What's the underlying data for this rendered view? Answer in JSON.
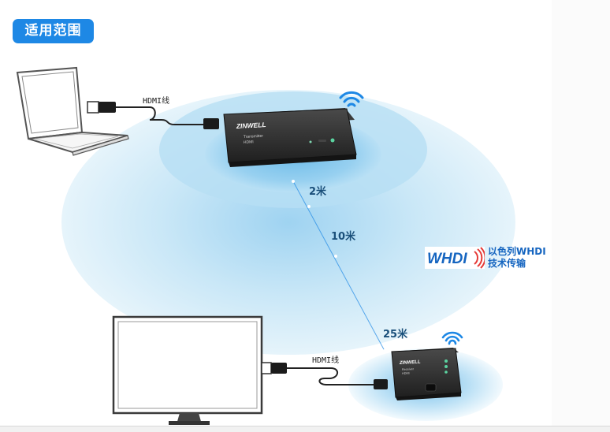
{
  "badge": {
    "label": "适用范围"
  },
  "hdmi_labels": {
    "top": "HDMI线",
    "bottom": "HDMI线"
  },
  "distances": {
    "d2": "2米",
    "d10": "10米",
    "d25": "25米"
  },
  "transmitter": {
    "brand": "ZINWELL",
    "model": "Transmitter",
    "sub": "HDMI"
  },
  "receiver": {
    "brand": "ZINWELL",
    "model": "Receiver",
    "sub": "HDMI"
  },
  "whdi": {
    "logo": "WHDI",
    "line1": "以色列WHDI",
    "line2": "技术传输"
  },
  "colors": {
    "badge": "#1e88e5",
    "wifi": "#1e88e5",
    "ring_outer": "#dceef8",
    "ring_inner": "#7fc2ea",
    "device": "#2b2b2b"
  }
}
